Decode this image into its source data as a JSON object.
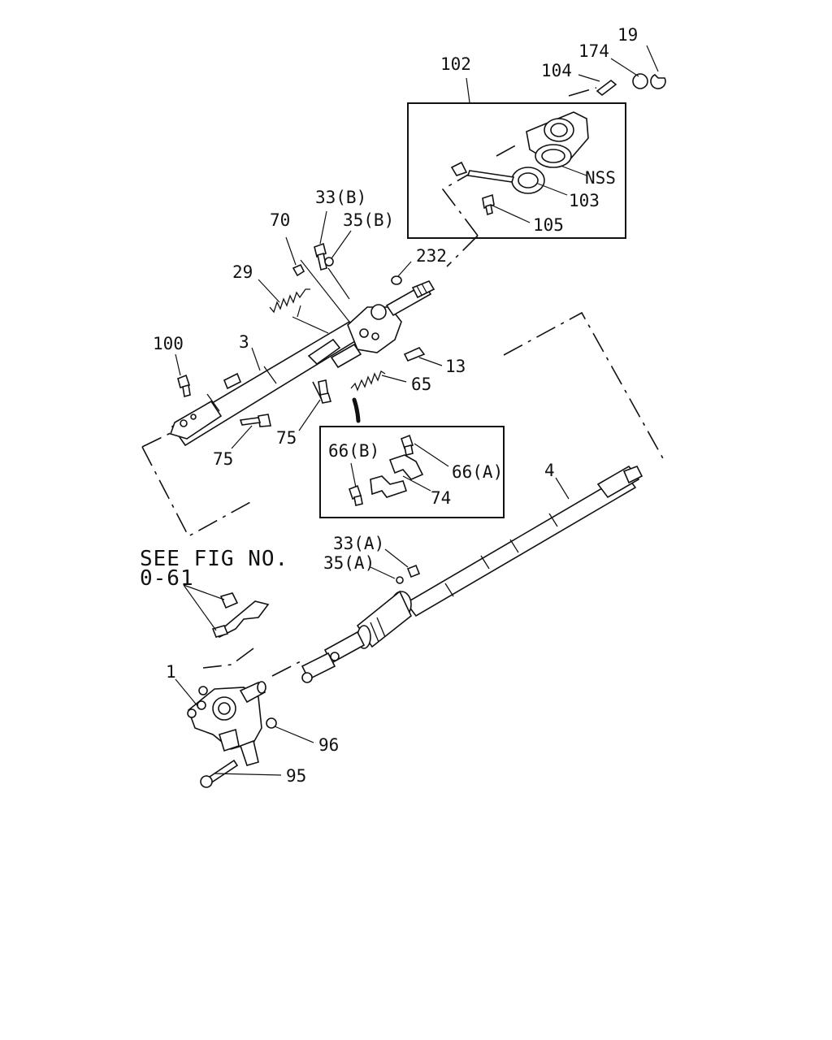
{
  "labels": {
    "l_19": "19",
    "l_174": "174",
    "l_104": "104",
    "l_102": "102",
    "l_nss": "NSS",
    "l_103": "103",
    "l_105": "105",
    "l_33b": "33(B)",
    "l_35b": "35(B)",
    "l_70": "70",
    "l_29": "29",
    "l_232": "232",
    "l_100": "100",
    "l_3": "3",
    "l_13": "13",
    "l_65": "65",
    "l_75a": "75",
    "l_75b": "75",
    "l_66b": "66(B)",
    "l_66a": "66(A)",
    "l_74": "74",
    "l_4": "4",
    "l_33a": "33(A)",
    "l_35a": "35(A)",
    "l_1": "1",
    "l_96": "96",
    "l_95": "95"
  },
  "reference_note": {
    "line1": "SEE FIG NO.",
    "line2": "0-61"
  }
}
